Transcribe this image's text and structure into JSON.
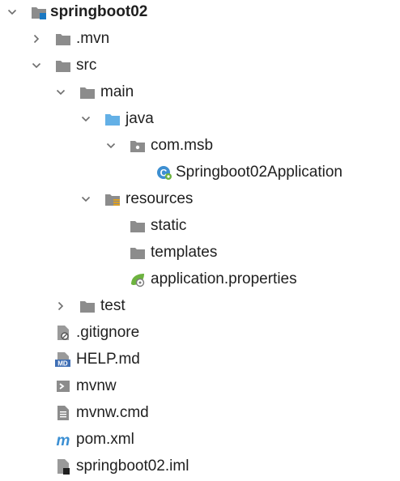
{
  "project_tree": {
    "root_label": "springboot02",
    "items": [
      {
        "label": ".mvn",
        "icon": "folder-icon",
        "expanded": false
      },
      {
        "label": "src",
        "icon": "folder-icon",
        "expanded": true
      },
      {
        "label": "main",
        "icon": "folder-icon",
        "expanded": true
      },
      {
        "label": "java",
        "icon": "source-folder-icon",
        "expanded": true
      },
      {
        "label": "com.msb",
        "icon": "package-icon",
        "expanded": true
      },
      {
        "label": "Springboot02Application",
        "icon": "spring-boot-class-icon"
      },
      {
        "label": "resources",
        "icon": "resources-folder-icon",
        "expanded": true
      },
      {
        "label": "static",
        "icon": "folder-icon"
      },
      {
        "label": "templates",
        "icon": "folder-icon"
      },
      {
        "label": "application.properties",
        "icon": "spring-properties-icon"
      },
      {
        "label": "test",
        "icon": "folder-icon",
        "expanded": false
      },
      {
        "label": ".gitignore",
        "icon": "gitignore-file-icon"
      },
      {
        "label": "HELP.md",
        "icon": "markdown-file-icon"
      },
      {
        "label": "mvnw",
        "icon": "shell-script-icon"
      },
      {
        "label": "mvnw.cmd",
        "icon": "text-file-icon"
      },
      {
        "label": "pom.xml",
        "icon": "maven-icon"
      },
      {
        "label": "springboot02.iml",
        "icon": "iml-file-icon"
      }
    ]
  },
  "colors": {
    "folder": "#8c8c8c",
    "source_folder": "#63b0e6",
    "module_accent": "#1a78c2",
    "spring_green": "#6db33f",
    "maven_blue": "#3b8fd3",
    "markdown_blue": "#3f6fb5",
    "arrow": "#6e6e6e"
  }
}
